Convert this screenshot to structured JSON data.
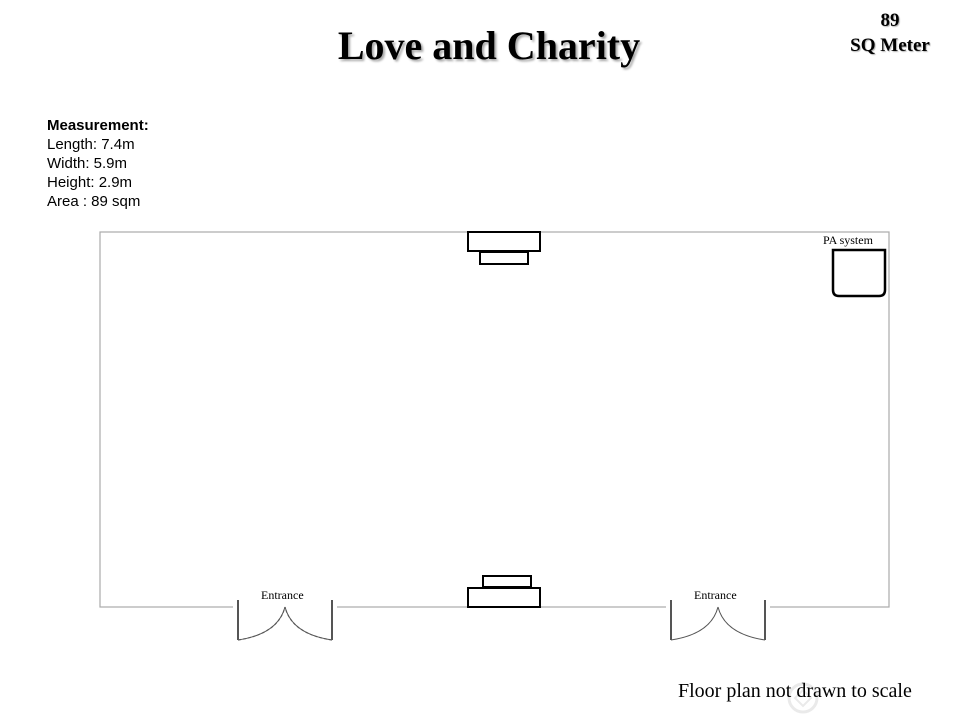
{
  "title": "Love and Charity",
  "area_badge": {
    "value": "89",
    "unit": "SQ Meter"
  },
  "measurement": {
    "heading": "Measurement:",
    "length": "Length: 7.4m",
    "width": "Width: 5.9m",
    "height": "Height: 2.9m",
    "area": "Area : 89 sqm"
  },
  "plan": {
    "pa_label": "PA system",
    "entrance_left_label": "Entrance",
    "entrance_right_label": "Entrance"
  },
  "footer_note": "Floor plan not drawn to scale",
  "colors": {
    "wall": "#aaaaaa",
    "furniture": "#000000",
    "door": "#555555"
  },
  "icons": {
    "watermark": "logo-watermark-icon"
  }
}
